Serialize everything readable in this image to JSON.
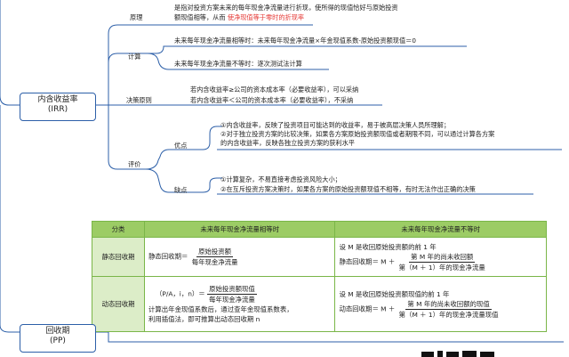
{
  "irr": {
    "title": "内含收益率",
    "abbr": "(IRR)",
    "principle": {
      "label": "原理",
      "line1": "是指对投资方案未来的每年现金净流量进行折现，使所得的现值恰好与原始投资",
      "line2_pre": "额现值相等，从而",
      "line2_highlight": "使净现值等于零时的折现率"
    },
    "calc": {
      "label": "计算",
      "equal": "未来每年现金净流量相等时：未来每年现金净流量×年金现值系数-原始投资额现值＝0",
      "unequal": "未来每年现金净流量不等时：逐次测试法计算"
    },
    "decision": {
      "label": "决策原则",
      "line1": "若内含收益率≥公司的资本成本率（必要收益率），可以采纳",
      "line2": "若内含收益率＜公司的资本成本率（必要收益率），不采纳"
    },
    "evaluation": {
      "label": "评价",
      "pros_label": "优点",
      "pros": [
        "①内含收益率，反映了投资项目可能达到的收益率，易于被高层决策人员所理解；",
        "②对于独立投资方案的比较决策，如果各方案原始投资额现值或者期限不同，可以通过计算各方案",
        "的内含收益率，反映各独立投资方案的获利水平"
      ],
      "cons_label": "缺点",
      "cons": [
        "①计算复杂，不易直接考虑投资风险大小；",
        "②在互斥投资方案决策时，如果各方案的原始投资额现值不相等，有时无法作出正确的决策"
      ]
    }
  },
  "pp": {
    "title": "回收期",
    "abbr": "(PP)"
  },
  "table": {
    "headers": [
      "分类",
      "未来每年现金净流量相等时",
      "未来每年现金净流量不等时"
    ],
    "static": {
      "label": "静态回收期",
      "equal_lhs": "静态回收期＝",
      "equal_num": "原始投资额",
      "equal_den": "每年现金净流量",
      "unequal_line1": "设 M 是收回原始投资额的前 1 年",
      "unequal_lhs": "静态回收期＝ M ＋",
      "unequal_num": "第 M 年的尚未收回额",
      "unequal_den": "第（M ＋ 1）年的现金净流量"
    },
    "dynamic": {
      "label": "动态回收期",
      "equal_lhs": "（P/A，i，n）＝",
      "equal_num": "原始投资额现值",
      "equal_den": "每年现金净流量",
      "equal_note1": "计算出年金现值系数后，通过查年金现值系数表，",
      "equal_note2": "利用插值法，即可推算出动态回收期 n",
      "unequal_line1": "设 M 是收回原始投资额现值的前 1 年",
      "unequal_lhs": "动态回收期＝ M ＋",
      "unequal_num": "第 M 年的尚未收回额的现值",
      "unequal_den": "第（M ＋ 1）年的现金净流量现值"
    }
  },
  "colors": {
    "branch": "#2c5fa8",
    "highlight": "#e53935",
    "table_header": "#9ccc65",
    "table_rowhead": "#dcedc8",
    "table_border": "#7ab648"
  }
}
